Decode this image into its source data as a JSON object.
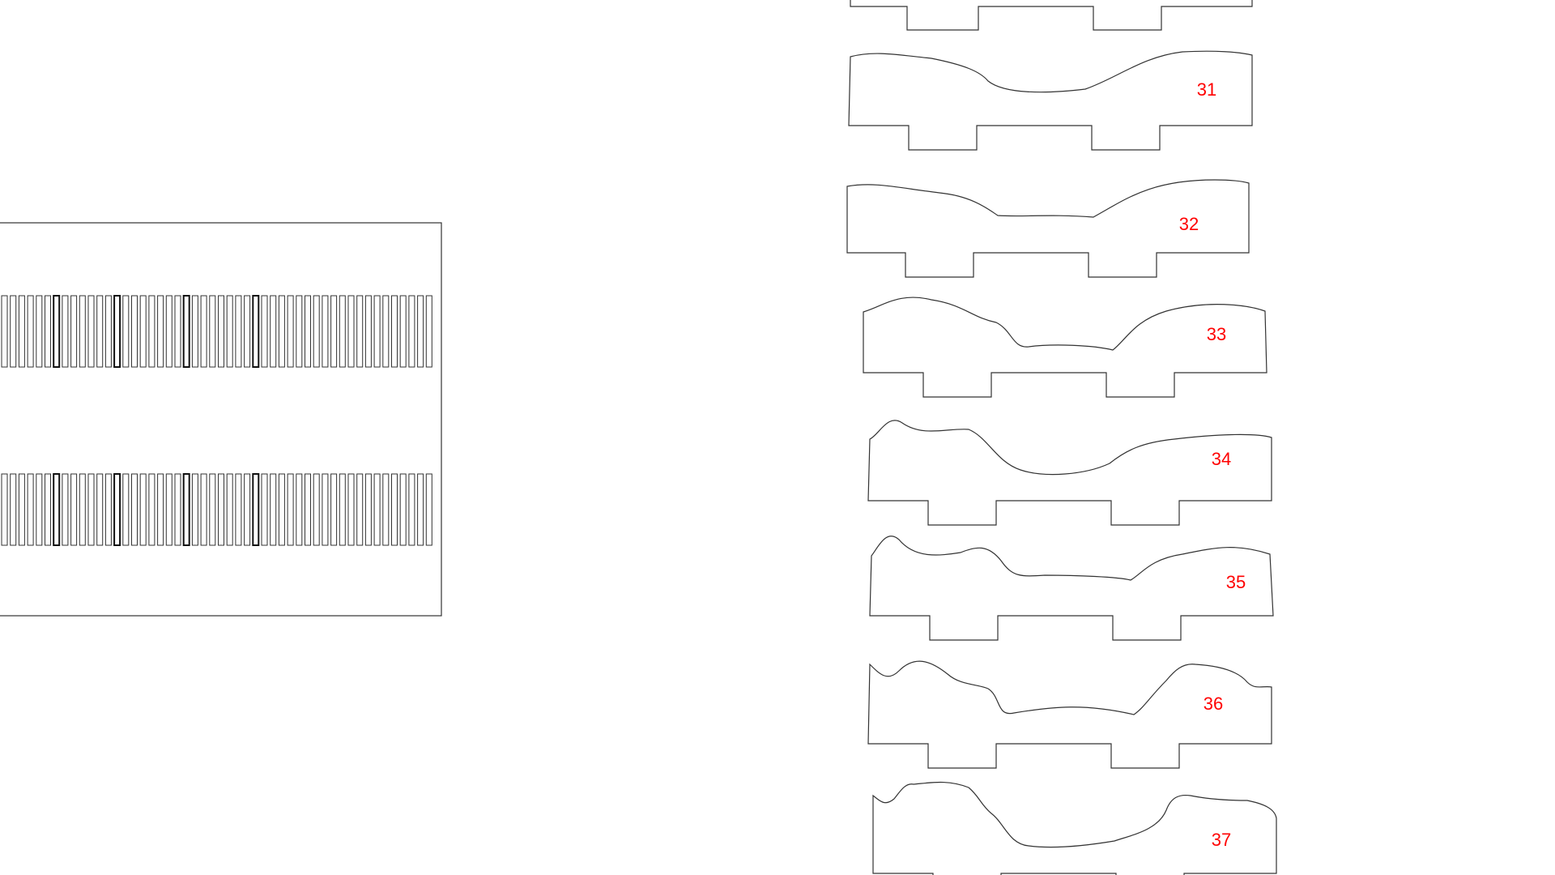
{
  "colors": {
    "background": "#ffffff",
    "outline": "#333333",
    "label": "#ff0000"
  },
  "drawing": {
    "parts": [
      {
        "label": "31"
      },
      {
        "label": "32"
      },
      {
        "label": "33"
      },
      {
        "label": "34"
      },
      {
        "label": "35"
      },
      {
        "label": "36"
      },
      {
        "label": "37"
      }
    ]
  }
}
